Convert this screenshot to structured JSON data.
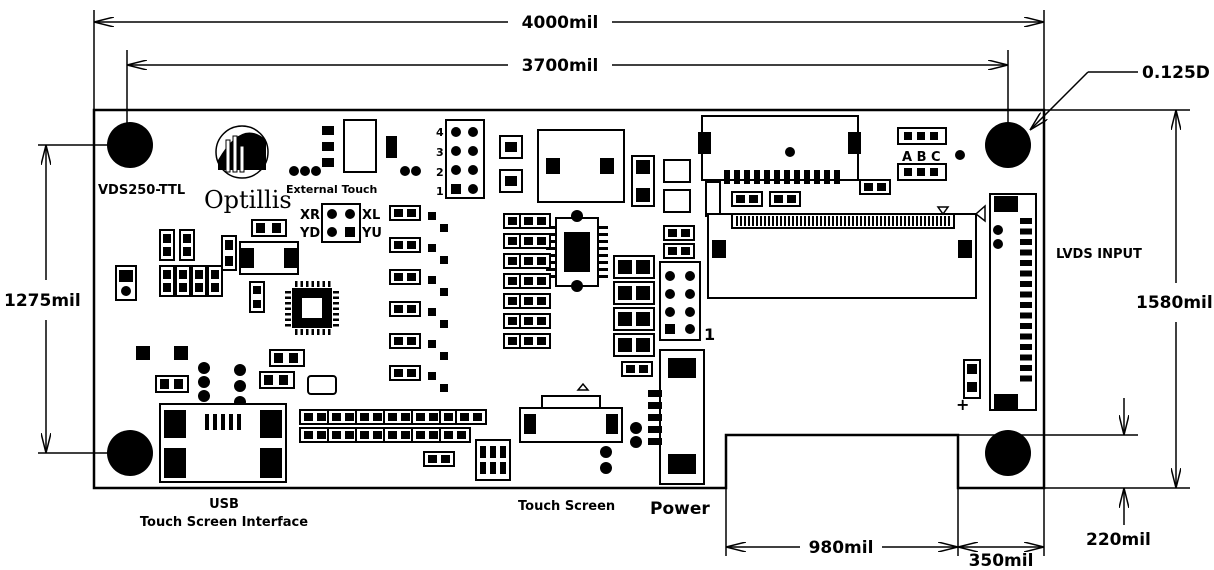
{
  "dimensions": {
    "total_width": "4000mil",
    "hole_spacing_x": "3700mil",
    "hole_diameter": "0.125D",
    "hole_spacing_y": "1275mil",
    "total_height": "1580mil",
    "bottom_offset": "220mil",
    "lvds_cutout_width": "980mil",
    "right_margin": "350mil"
  },
  "labels": {
    "model": "VDS250-TTL",
    "brand": "Optillis",
    "external_touch": "External Touch",
    "header_pins": [
      "4",
      "3",
      "2",
      "1"
    ],
    "xr": "XR",
    "xl": "XL",
    "yd": "YD",
    "yu": "YU",
    "abc": "A B C",
    "lvds_input": "LVDS INPUT",
    "usb_line1": "USB",
    "usb_line2": "Touch Screen Interface",
    "touch_screen": "Touch Screen",
    "power": "Power",
    "pin1": "1",
    "plus": "+"
  }
}
